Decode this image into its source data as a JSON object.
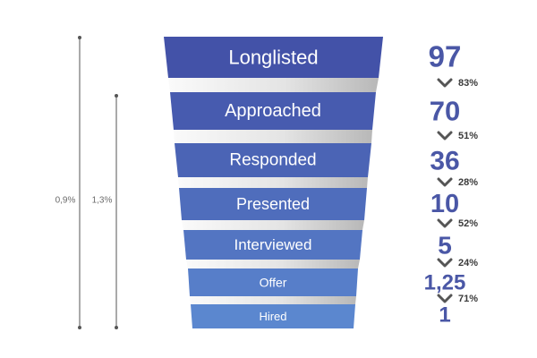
{
  "chart_data": {
    "type": "funnel",
    "stages": [
      {
        "label": "Longlisted",
        "count": "97",
        "value": 97
      },
      {
        "label": "Approached",
        "count": "70",
        "value": 70
      },
      {
        "label": "Responded",
        "count": "36",
        "value": 36
      },
      {
        "label": "Presented",
        "count": "10",
        "value": 10
      },
      {
        "label": "Interviewed",
        "count": "5",
        "value": 5
      },
      {
        "label": "Offer",
        "count": "1,25",
        "value": 1.25
      },
      {
        "label": "Hired",
        "count": "1",
        "value": 1
      }
    ],
    "conversion_rates": [
      "83%",
      "51%",
      "28%",
      "52%",
      "24%",
      "71%"
    ],
    "side_brackets": [
      {
        "label": "0,9%",
        "from_stage": 0,
        "to_stage": 6
      },
      {
        "label": "1,3%",
        "from_stage": 1,
        "to_stage": 6
      }
    ],
    "colors": {
      "bar_top": "#4352a8",
      "bar_bottom": "#5b87cf",
      "count_text": "#4a57a6",
      "chevron": "#555555",
      "ribbon_light": "#f2f2f2",
      "ribbon_dark": "#bdbdbd",
      "bracket": "#555555"
    }
  }
}
